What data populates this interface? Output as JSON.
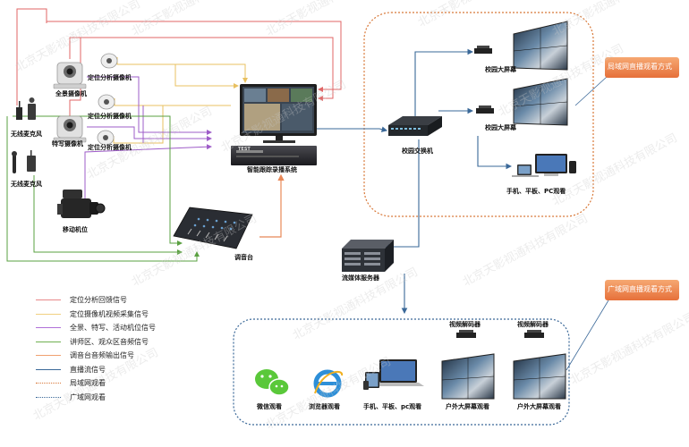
{
  "nodes": {
    "panorama_camera": "全景摄像机",
    "locator_camera_1": "定位分析摄像机",
    "locator_camera_2": "定位分析摄像机",
    "locator_camera_3": "定位分析摄像机",
    "closeup_camera": "特写摄像机",
    "wireless_mic_1": "无线麦克风",
    "wireless_mic_2": "无线麦克风",
    "mobile_camera": "移动机位",
    "recording_system": "智能跟踪录播系统",
    "mixer": "调音台",
    "campus_screen_1": "校园大屏幕",
    "campus_screen_2": "校园大屏幕",
    "campus_switch": "校园交换机",
    "devices_lan": "手机、平板、PC观看",
    "streaming_server": "流媒体服务器",
    "decoder_1": "视频解码器",
    "decoder_2": "视频解码器",
    "wechat_view": "微信观看",
    "browser_view": "浏览器观看",
    "devices_wan": "手机、平板、pc观看",
    "outdoor_screen_1": "户外大屏幕观看",
    "outdoor_screen_2": "户外大屏幕观看"
  },
  "callouts": {
    "lan": "局域网直播观看方式",
    "wan": "广域网直播观看方式"
  },
  "legend": [
    {
      "label": "定位分析回馈信号",
      "color": "#e8888a",
      "style": "solid"
    },
    {
      "label": "定位摄像机视频采集信号",
      "color": "#f0d080",
      "style": "solid"
    },
    {
      "label": "全景、特写、活动机位信号",
      "color": "#b070d8",
      "style": "solid"
    },
    {
      "label": "讲师区、观众区音频信号",
      "color": "#70b050",
      "style": "solid"
    },
    {
      "label": "调音台音频输出信号",
      "color": "#f0a070",
      "style": "solid"
    },
    {
      "label": "直播流信号",
      "color": "#3a6898",
      "style": "solid"
    },
    {
      "label": "局域网观看",
      "color": "#d87838",
      "style": "dotted"
    },
    {
      "label": "广域网观看",
      "color": "#3a6898",
      "style": "dotted"
    }
  ],
  "watermark": "北京天影视通科技有限公司",
  "monitor_screen_text": "TEST"
}
